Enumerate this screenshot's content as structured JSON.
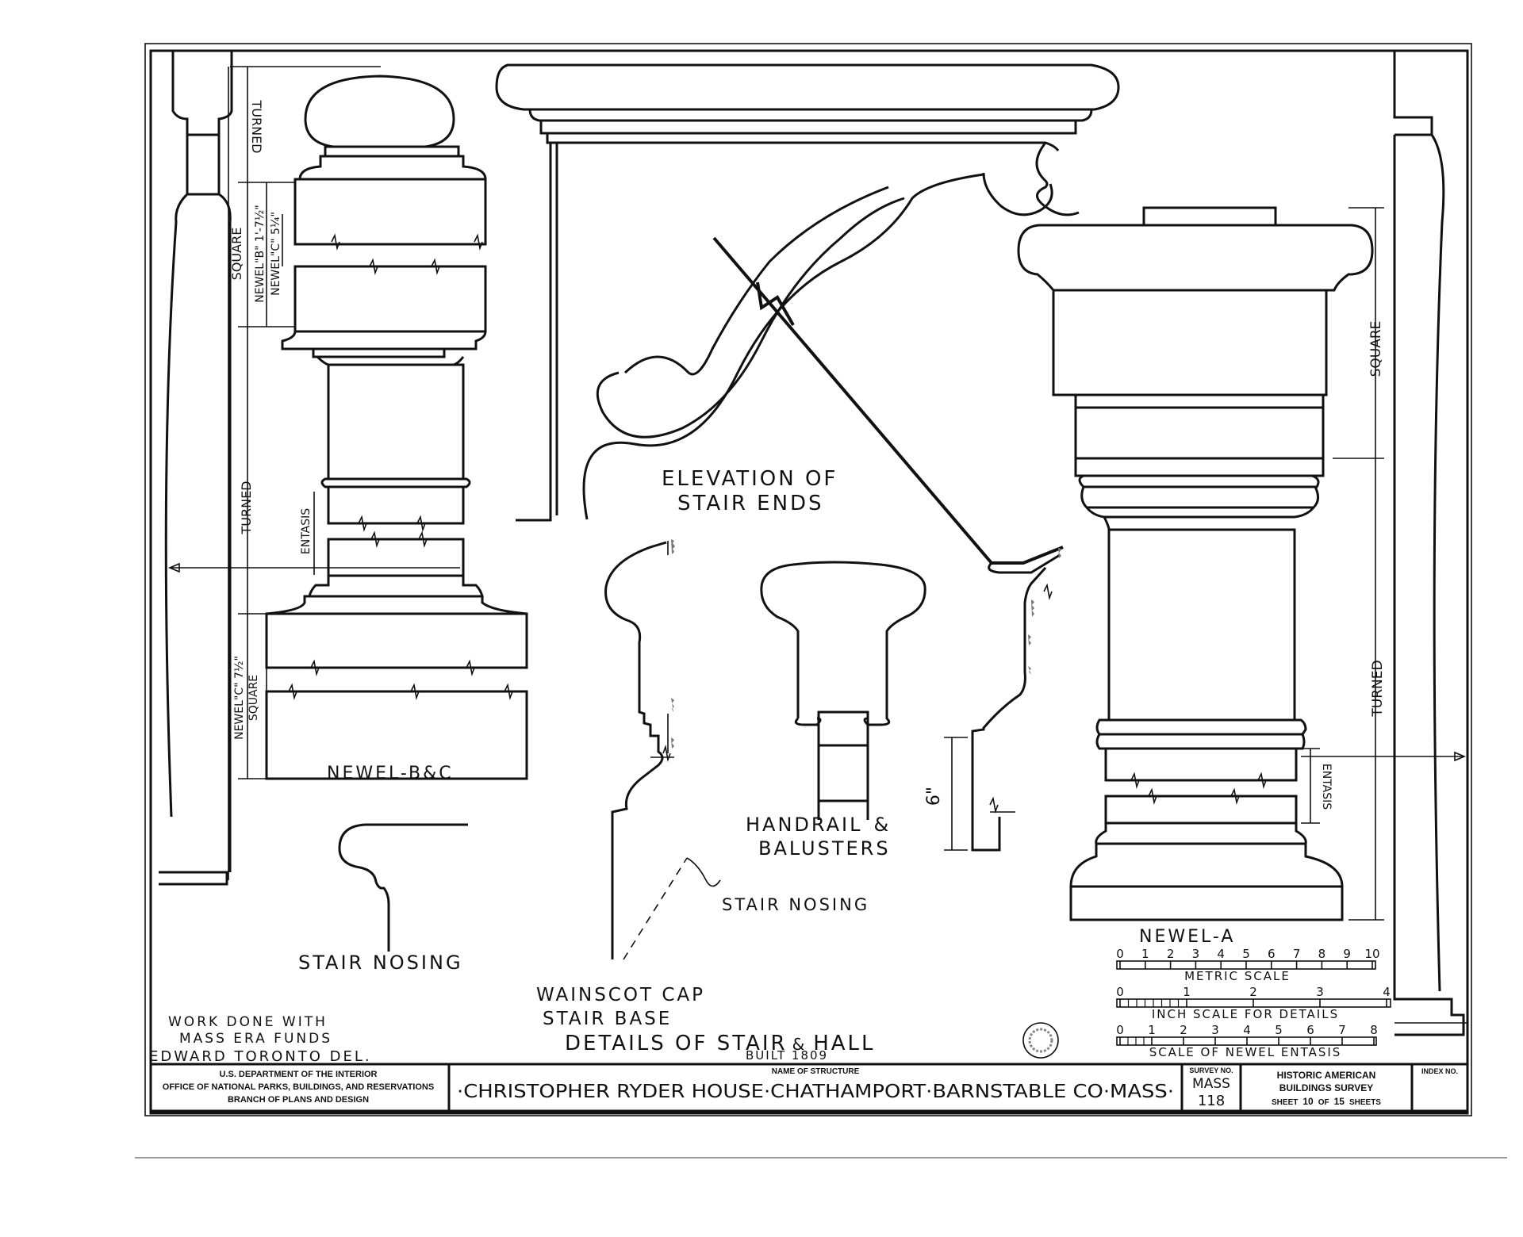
{
  "drawing": {
    "title": "DETAILS OF STAIR",
    "title_amp": "&",
    "title_end": "HALL",
    "built": "BUILT 1809",
    "credit_line1": "WORK DONE WITH",
    "credit_line2": "MASS ERA FUNDS",
    "delineator": "EDWARD TORONTO DEL."
  },
  "labels": {
    "elevation1": "ELEVATION OF",
    "elevation2": "STAIR ENDS",
    "newel_bc": "NEWEL-B",
    "newel_bc_amp": "&",
    "newel_bc_end": "C",
    "newel_a": "NEWEL-A",
    "handrail1": "HANDRAIL",
    "handrail_amp": "&",
    "handrail2": "BALUSTERS",
    "stair_nosing_a": "STAIR NOSING",
    "stair_nosing_b": "STAIR NOSING",
    "wainscot1": "WAINSCOT CAP",
    "wainscot2": "STAIR BASE",
    "six_in": "6\""
  },
  "dimensions": {
    "turned_top": "TURNED",
    "square": "SQUARE",
    "newel_b_height": "NEWEL\"B\" 1'-7½\"",
    "newel_c_height": "NEWEL\"C\" 5¼\"",
    "turned_mid": "TURNED",
    "entasis": "ENTASIS",
    "newel_c_low": "NEWEL\"C\" 7½\"",
    "square_low": "SQUARE",
    "a_square": "SQUARE",
    "a_turned": "TURNED",
    "a_entasis": "ENTASIS"
  },
  "scales": {
    "metric_ticks": [
      "0",
      "1",
      "2",
      "3",
      "4",
      "5",
      "6",
      "7",
      "8",
      "9",
      "10"
    ],
    "metric_label": "METRIC SCALE",
    "inch_ticks": [
      "0",
      "1",
      "2",
      "3",
      "4"
    ],
    "inch_label": "INCH SCALE FOR DETAILS",
    "entasis_ticks": [
      "0",
      "1",
      "2",
      "3",
      "4",
      "5",
      "6",
      "7",
      "8"
    ],
    "entasis_label": "SCALE OF NEWEL ENTASIS"
  },
  "title_block": {
    "dept1": "U.S. DEPARTMENT OF THE INTERIOR",
    "dept2": "OFFICE OF NATIONAL PARKS, BUILDINGS, AND RESERVATIONS",
    "dept3": "BRANCH OF PLANS AND DESIGN",
    "structure_caption": "NAME OF STRUCTURE",
    "structure_name": "·CHRISTOPHER RYDER HOUSE·CHATHAMPORT·BARNSTABLE CO·MASS·",
    "survey_caption": "SURVEY NO.",
    "survey_state": "MASS",
    "survey_no": "118",
    "habs1": "HISTORIC AMERICAN",
    "habs2": "BUILDINGS SURVEY",
    "sheet_prefix": "SHEET",
    "sheet_no": "10",
    "sheet_of": "OF",
    "sheet_total": "15",
    "sheet_suffix": "SHEETS",
    "index_caption": "INDEX NO."
  }
}
